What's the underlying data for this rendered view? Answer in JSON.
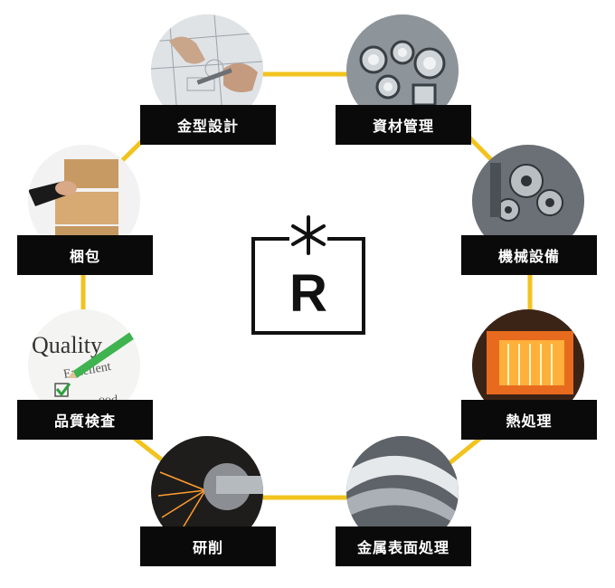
{
  "process": {
    "steps": [
      {
        "label": "金型設計",
        "icon": "design-drawing-photo"
      },
      {
        "label": "資材管理",
        "icon": "metal-pipes-photo"
      },
      {
        "label": "機械設備",
        "icon": "machinery-gears-photo"
      },
      {
        "label": "熱処理",
        "icon": "furnace-photo"
      },
      {
        "label": "金属表面処理",
        "icon": "polished-metal-photo"
      },
      {
        "label": "研削",
        "icon": "grinding-sparks-photo"
      },
      {
        "label": "品質検査",
        "icon": "quality-check-photo"
      },
      {
        "label": "梱包",
        "icon": "cardboard-boxes-photo"
      }
    ]
  },
  "logo": {
    "letter": "R"
  },
  "quality_photo": {
    "word1": "Quality",
    "word2": "Excellent",
    "word3": "ood"
  },
  "colors": {
    "connector": "#f2c31f",
    "label_bg": "#0a0a0a",
    "label_text": "#ffffff"
  }
}
